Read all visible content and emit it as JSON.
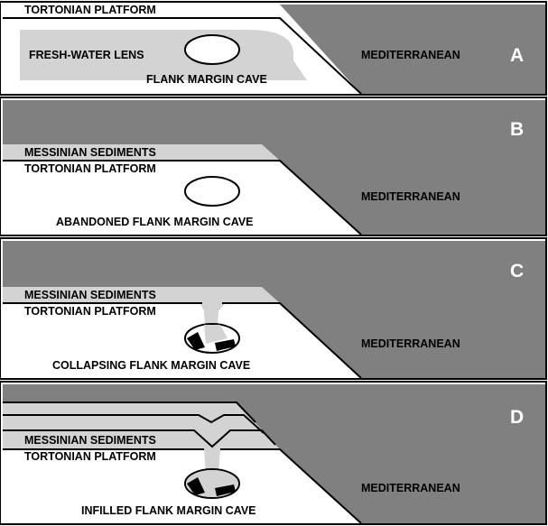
{
  "panels": [
    {
      "letter": "A",
      "labels": {
        "platform": "TORTONIAN PLATFORM",
        "lens": "FRESH-WATER LENS",
        "cave": "FLANK MARGIN CAVE",
        "sea": "MEDITERRANEAN"
      }
    },
    {
      "letter": "B",
      "labels": {
        "sediments": "MESSINIAN SEDIMENTS",
        "platform": "TORTONIAN PLATFORM",
        "cave": "ABANDONED FLANK MARGIN CAVE",
        "sea": "MEDITERRANEAN"
      }
    },
    {
      "letter": "C",
      "labels": {
        "sediments": "MESSINIAN SEDIMENTS",
        "platform": "TORTONIAN PLATFORM",
        "cave": "COLLAPSING FLANK MARGIN CAVE",
        "sea": "MEDITERRANEAN"
      }
    },
    {
      "letter": "D",
      "labels": {
        "sediments": "MESSINIAN SEDIMENTS",
        "platform": "TORTONIAN PLATFORM",
        "cave": "INFILLED FLANK MARGIN CAVE",
        "sea": "MEDITERRANEAN"
      }
    }
  ],
  "colors": {
    "sea": "#808080",
    "light": "#d3d3d3",
    "rock": "#ffffff",
    "line": "#000000"
  }
}
